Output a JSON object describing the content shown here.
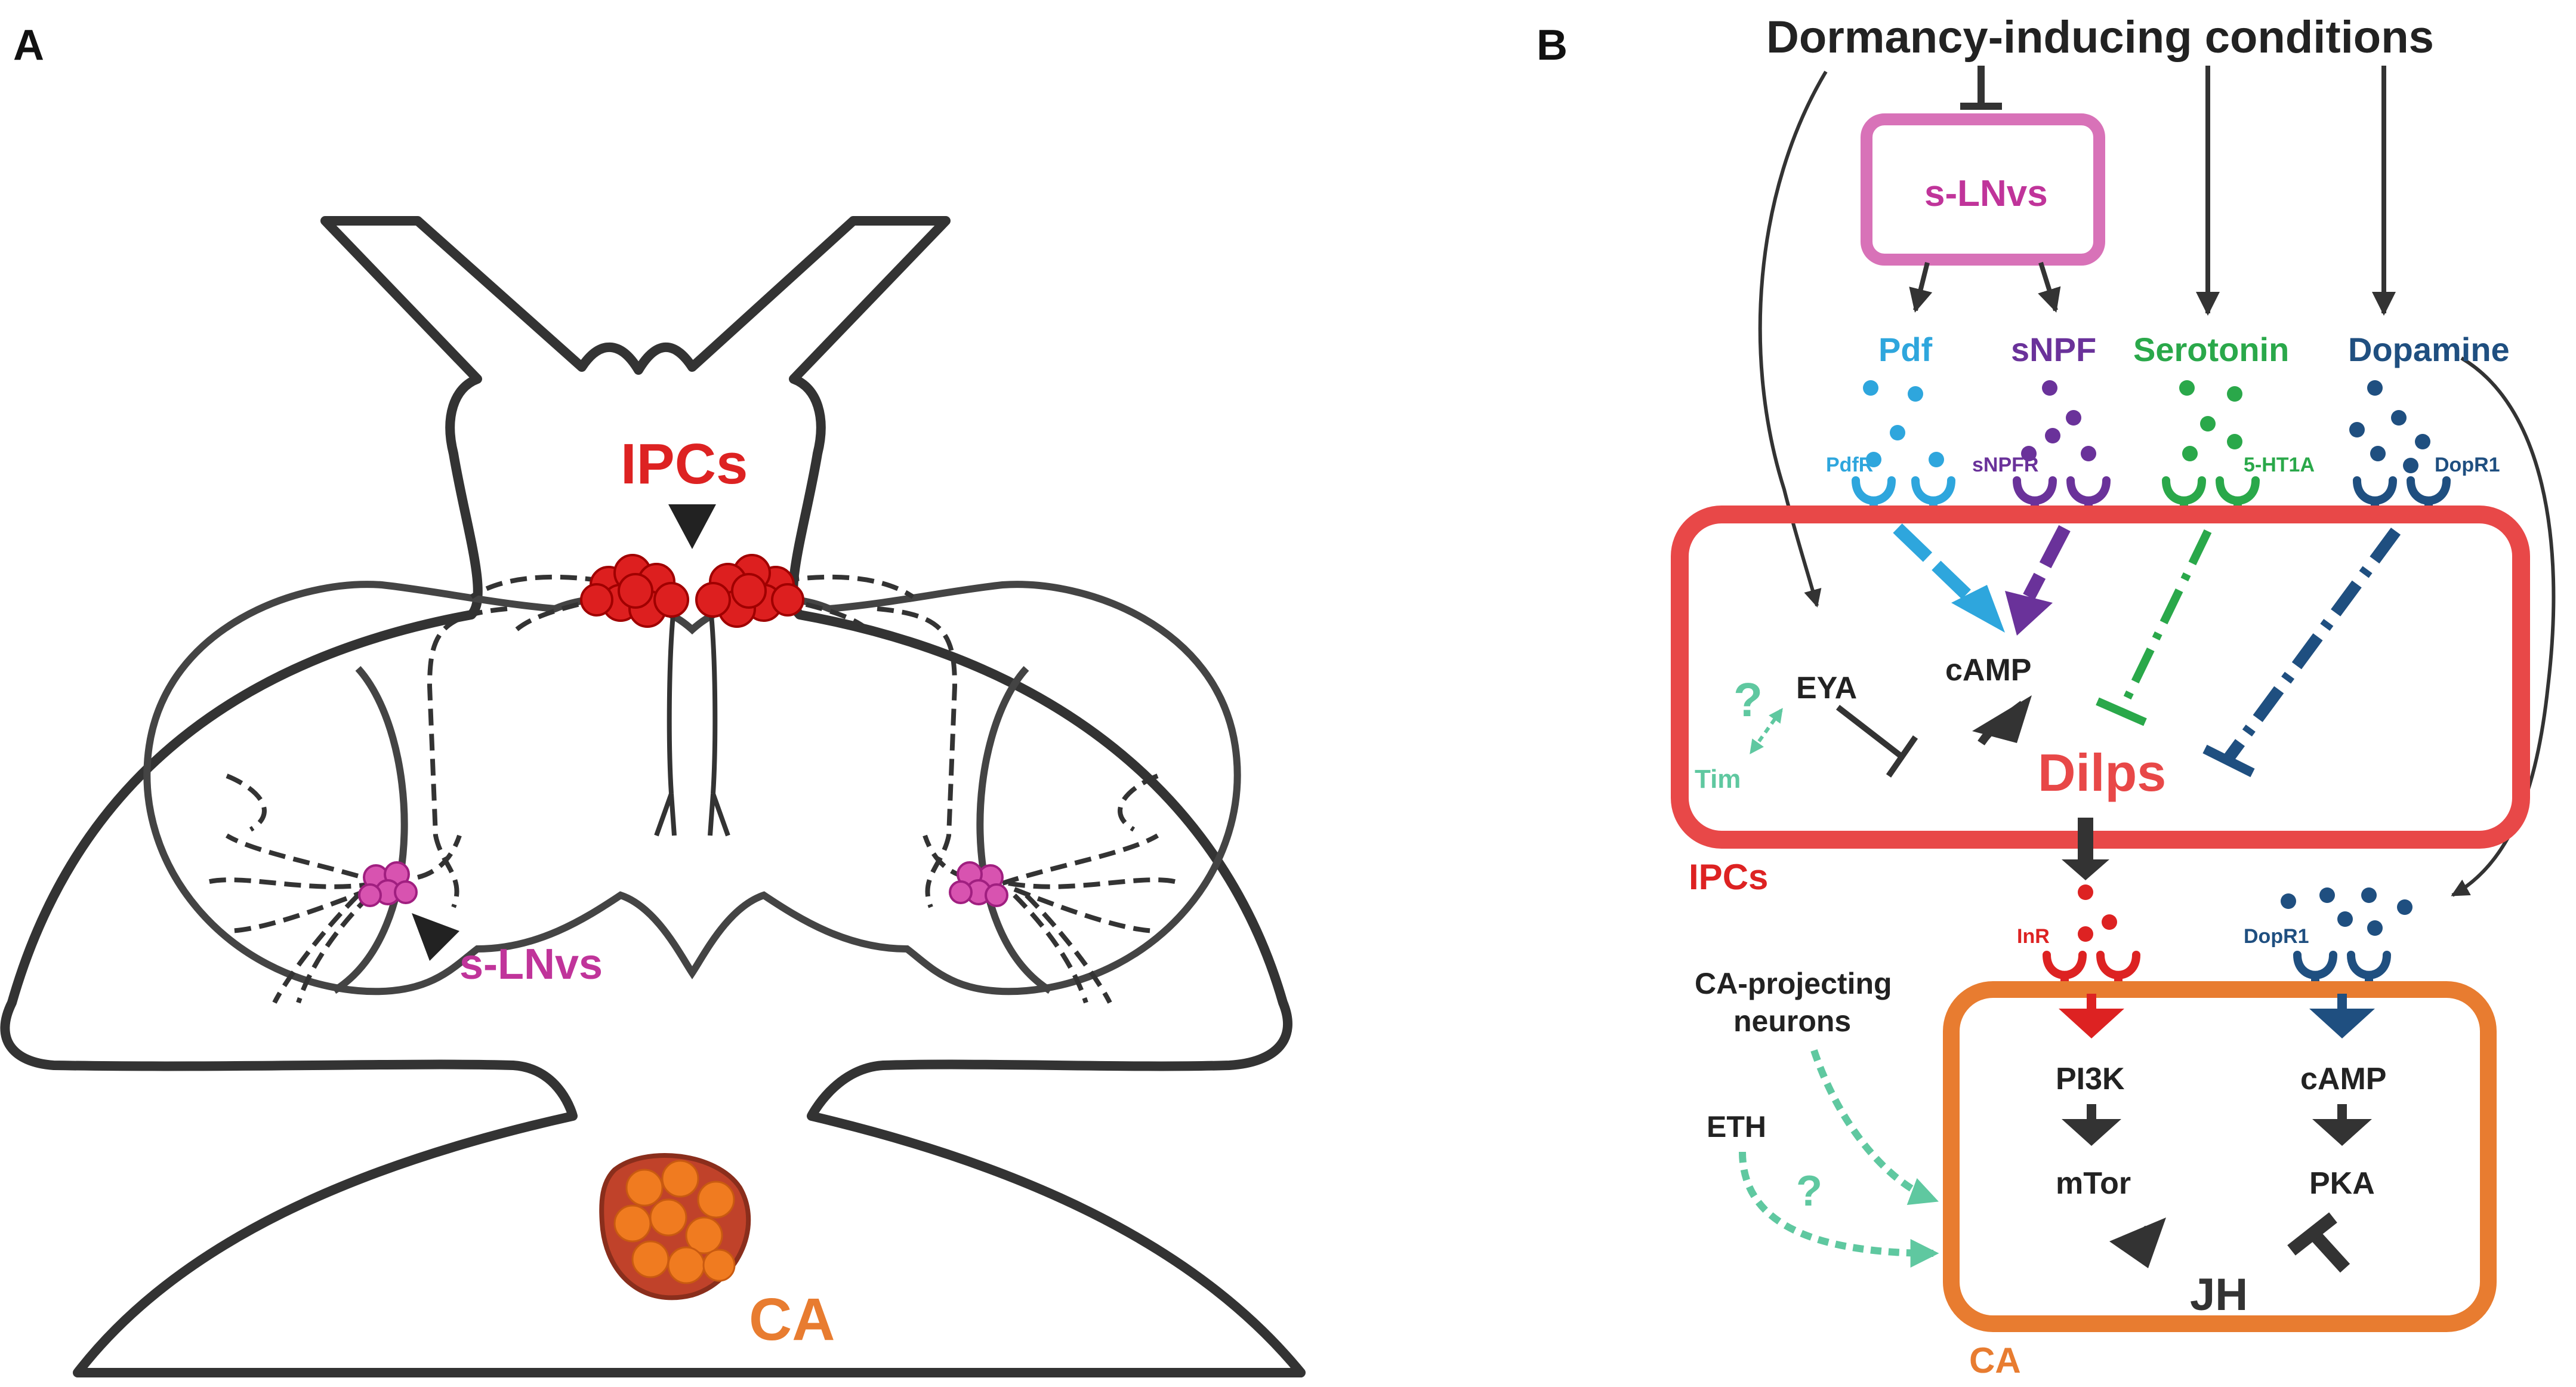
{
  "panels": {
    "a_label": "A",
    "b_label": "B"
  },
  "panel_a": {
    "ipcs_label": "IPCs",
    "slnvs_label": "s-LNvs",
    "ca_label": "CA"
  },
  "panel_b": {
    "top_label": "Dormancy-inducing conditions",
    "slnvs_box": "s-LNvs",
    "signals": {
      "pdf": "Pdf",
      "snpf": "sNPF",
      "serotonin": "Serotonin",
      "dopamine": "Dopamine"
    },
    "receptors": {
      "pdfr": "PdfR",
      "snpfr": "sNPFR",
      "ht1a": "5-HT1A",
      "dopr1": "DopR1"
    },
    "ipc_box": {
      "label": "IPCs",
      "question": "?",
      "eya": "EYA",
      "tim": "Tim",
      "camp": "cAMP",
      "dilps": "Dilps"
    },
    "ca_box": {
      "label": "CA",
      "inr": "InR",
      "dopr1": "DopR1",
      "pi3k": "PI3K",
      "mtor": "mTor",
      "camp": "cAMP",
      "pka": "PKA",
      "jh": "JH"
    },
    "ca_projecting_line1": "CA-projecting",
    "ca_projecting_line2": "neurons",
    "eth": "ETH",
    "eth_question": "?"
  },
  "colors": {
    "ink": "#333333",
    "ipcs_red": "#dd2222",
    "ipcs_box": "#e84848",
    "slnvs_magenta": "#c0349a",
    "slnvs_box": "#d872b8",
    "ca_orange": "#e87c30",
    "pdf_blue": "#2ea6dd",
    "snpf_purple": "#6a329a",
    "serotonin_green": "#2aa84a",
    "dopamine_navy": "#1f4f80",
    "teal": "#5fc8a0"
  }
}
